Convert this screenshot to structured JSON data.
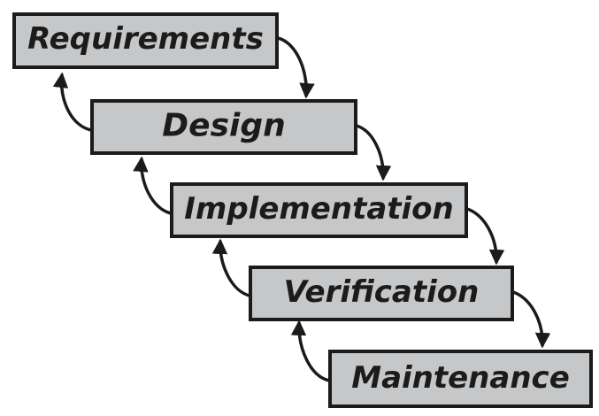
{
  "diagram": {
    "type": "waterfall",
    "stages": [
      {
        "id": "requirements",
        "label": "Requirements"
      },
      {
        "id": "design",
        "label": "Design"
      },
      {
        "id": "implementation",
        "label": "Implementation"
      },
      {
        "id": "verification",
        "label": "Verification"
      },
      {
        "id": "maintenance",
        "label": "Maintenance"
      }
    ],
    "colors": {
      "box_fill": "#c6c7c9",
      "outline": "#1b1b1b",
      "background": "#ffffff"
    }
  }
}
